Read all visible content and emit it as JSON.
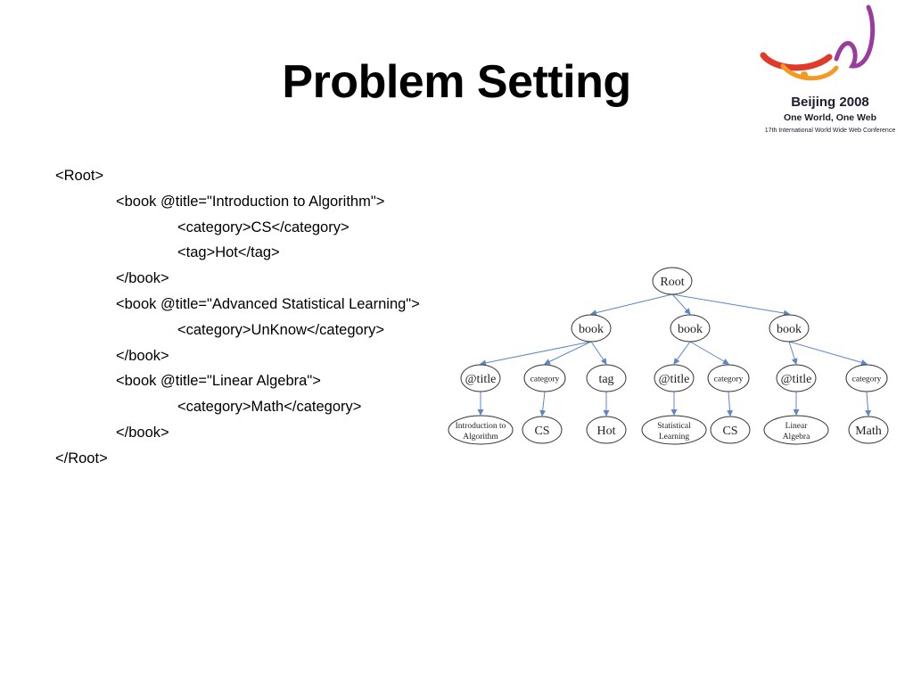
{
  "slide": {
    "title": "Problem Setting"
  },
  "logo": {
    "line1": "Beijing 2008",
    "line2": "One World, One Web",
    "line3": "17th International World Wide Web Conference",
    "colors": {
      "red": "#e03a2a",
      "orange": "#f29a22",
      "purple": "#9a3c9e"
    }
  },
  "xml_lines": [
    {
      "indent": 0,
      "text": "<Root>"
    },
    {
      "indent": 1,
      "text": "<book @title=\"Introduction to Algorithm\">"
    },
    {
      "indent": 2,
      "text": "<category>CS</category>"
    },
    {
      "indent": 2,
      "text": "<tag>Hot</tag>"
    },
    {
      "indent": 1,
      "text": "</book>"
    },
    {
      "indent": 1,
      "text": "<book @title=\"Advanced Statistical Learning\">"
    },
    {
      "indent": 2,
      "text": "<category>UnKnow</category>"
    },
    {
      "indent": 1,
      "text": "</book>"
    },
    {
      "indent": 1,
      "text": "<book @title=\"Linear Algebra\">"
    },
    {
      "indent": 2,
      "text": "<category>Math</category>"
    },
    {
      "indent": 1,
      "text": "</book>"
    },
    {
      "indent": 0,
      "text": "</Root>"
    }
  ],
  "tree": {
    "edge_color": "#5b86c8",
    "nodes": [
      {
        "id": "root",
        "label": "Root",
        "size": "normal"
      },
      {
        "id": "book1",
        "label": "book",
        "size": "normal"
      },
      {
        "id": "book2",
        "label": "book",
        "size": "normal"
      },
      {
        "id": "book3",
        "label": "book",
        "size": "normal"
      },
      {
        "id": "title1",
        "label": "@title",
        "size": "normal"
      },
      {
        "id": "cat1",
        "label": "category",
        "size": "small"
      },
      {
        "id": "tag1",
        "label": "tag",
        "size": "normal"
      },
      {
        "id": "title2",
        "label": "@title",
        "size": "normal"
      },
      {
        "id": "cat2",
        "label": "category",
        "size": "small"
      },
      {
        "id": "title3",
        "label": "@title",
        "size": "normal"
      },
      {
        "id": "cat3",
        "label": "category",
        "size": "small"
      },
      {
        "id": "v_title1",
        "label": [
          "Introduction to",
          "Algorithm"
        ],
        "size": "small"
      },
      {
        "id": "v_cat1",
        "label": "CS",
        "size": "normal"
      },
      {
        "id": "v_tag1",
        "label": "Hot",
        "size": "normal"
      },
      {
        "id": "v_title2",
        "label": [
          "Statistical",
          "Learning"
        ],
        "size": "small"
      },
      {
        "id": "v_cat2",
        "label": "CS",
        "size": "normal"
      },
      {
        "id": "v_title3",
        "label": [
          "Linear",
          "Algebra"
        ],
        "size": "small"
      },
      {
        "id": "v_cat3",
        "label": "Math",
        "size": "normal"
      }
    ],
    "edges": [
      [
        "root",
        "book1"
      ],
      [
        "root",
        "book2"
      ],
      [
        "root",
        "book3"
      ],
      [
        "book1",
        "title1"
      ],
      [
        "book1",
        "cat1"
      ],
      [
        "book1",
        "tag1"
      ],
      [
        "book2",
        "title2"
      ],
      [
        "book2",
        "cat2"
      ],
      [
        "book3",
        "title3"
      ],
      [
        "book3",
        "cat3"
      ],
      [
        "title1",
        "v_title1"
      ],
      [
        "cat1",
        "v_cat1"
      ],
      [
        "tag1",
        "v_tag1"
      ],
      [
        "title2",
        "v_title2"
      ],
      [
        "cat2",
        "v_cat2"
      ],
      [
        "title3",
        "v_title3"
      ],
      [
        "cat3",
        "v_cat3"
      ]
    ]
  }
}
